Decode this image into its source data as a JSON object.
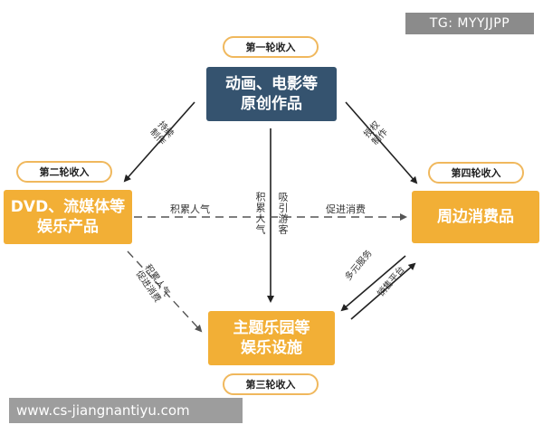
{
  "watermark": {
    "tg": "TG: MYYJJPP",
    "url": "www.cs-jiangnantiyu.com"
  },
  "nodes": {
    "top": {
      "text": "动画、电影等\n原创作品",
      "badge": "第一轮收入",
      "color": "#35536f"
    },
    "left": {
      "text": "DVD、流媒体等\n娱乐产品",
      "badge": "第二轮收入",
      "color": "#f2af36"
    },
    "bottom": {
      "text": "主题乐园等\n娱乐设施",
      "badge": "第三轮收入",
      "color": "#f2af36"
    },
    "right": {
      "text": "周边消费品",
      "badge": "第四轮收入",
      "color": "#f2af36"
    }
  },
  "edges": {
    "top_to_left": "持续\n制作",
    "top_to_right": "授权\n制作",
    "left_to_right": {
      "left": "积累人气",
      "right": "促进消费"
    },
    "center_a": "积累人气",
    "center_b": "吸引游客",
    "left_to_bottom": "积累人气\n促进消费",
    "right_to_bottom": "多元服务",
    "bottom_to_right": "销售平台"
  }
}
